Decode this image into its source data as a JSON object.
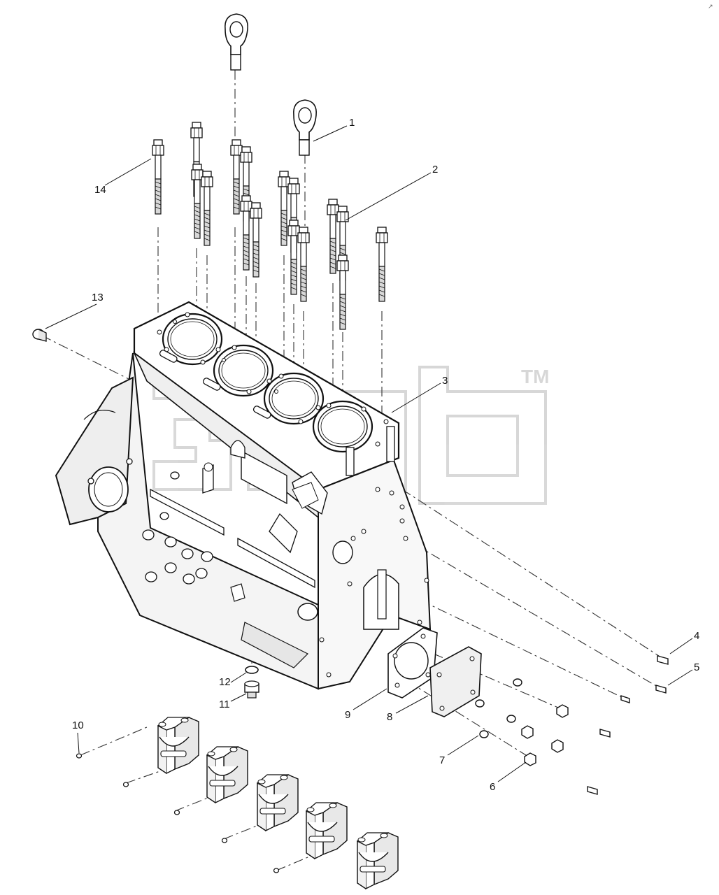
{
  "diagram": {
    "corner_mark": "↗",
    "callouts": [
      "1",
      "2",
      "3",
      "4",
      "5",
      "6",
      "7",
      "8",
      "9",
      "10",
      "11",
      "12",
      "13",
      "14"
    ],
    "watermark": {
      "text": "3ppd",
      "trademark": "TM"
    }
  }
}
